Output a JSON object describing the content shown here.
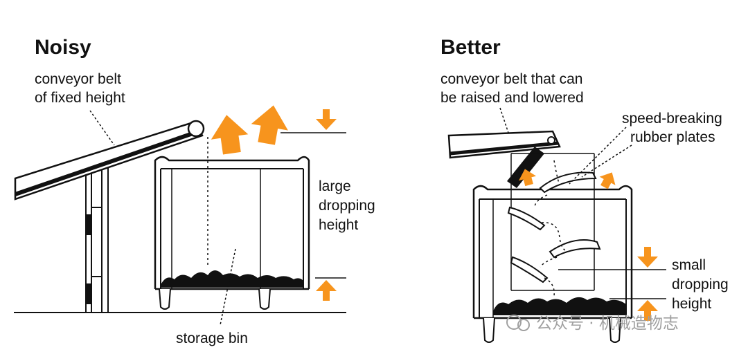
{
  "left": {
    "title": "Noisy",
    "belt_label": [
      "conveyor belt",
      "of fixed height"
    ],
    "height_label": [
      "large",
      "dropping",
      "height"
    ],
    "bin_label": "storage bin"
  },
  "right": {
    "title": "Better",
    "belt_label": [
      "conveyor belt that can",
      "be raised and lowered"
    ],
    "plates_label": [
      "speed-breaking",
      "rubber plates"
    ],
    "height_label": [
      "small",
      "dropping",
      "height"
    ]
  },
  "watermark": {
    "text": "公众号 · 机械造物志"
  },
  "colors": {
    "accent": "#f7941d",
    "line": "#111111",
    "watermark": "#a0a0a0"
  }
}
